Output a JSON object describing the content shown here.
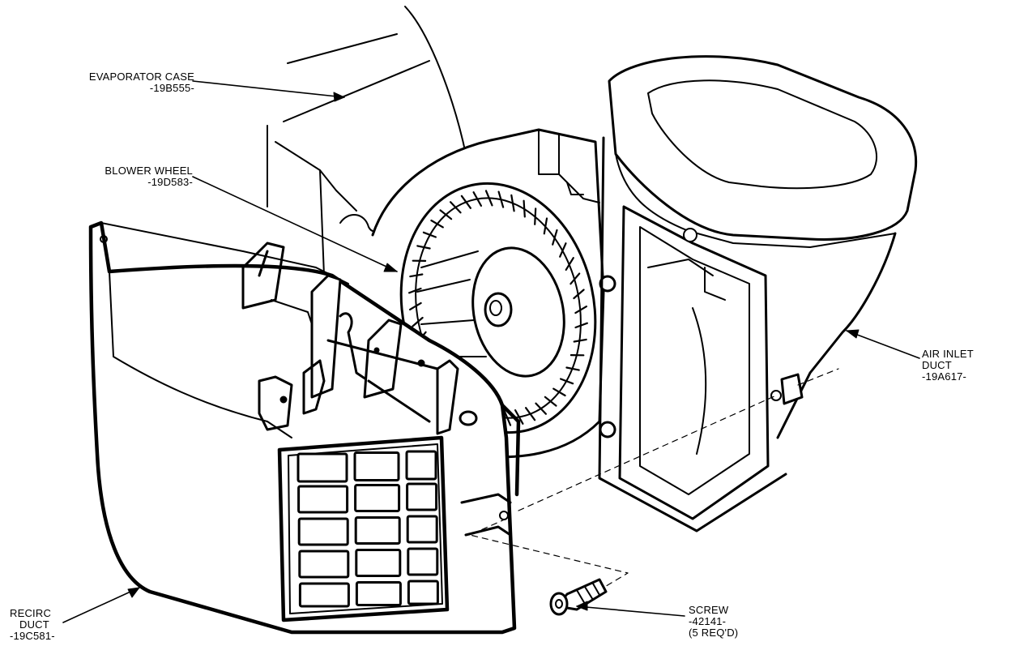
{
  "labels": {
    "evaporator_case": {
      "name": "EVAPORATOR CASE",
      "part": "-19B555-"
    },
    "blower_wheel": {
      "name": "BLOWER WHEEL",
      "part": "-19D583-"
    },
    "air_inlet_duct": {
      "line1": "AIR INLET",
      "line2": "DUCT",
      "part": "-19A617-"
    },
    "recirc_duct": {
      "line1": "RECIRC",
      "line2": "DUCT",
      "part": "-19C581-"
    },
    "screw": {
      "name": "SCREW",
      "part": "-42141-",
      "qty": "(5 REQ'D)"
    }
  },
  "colors": {
    "ink": "#000000",
    "paper": "#ffffff"
  }
}
